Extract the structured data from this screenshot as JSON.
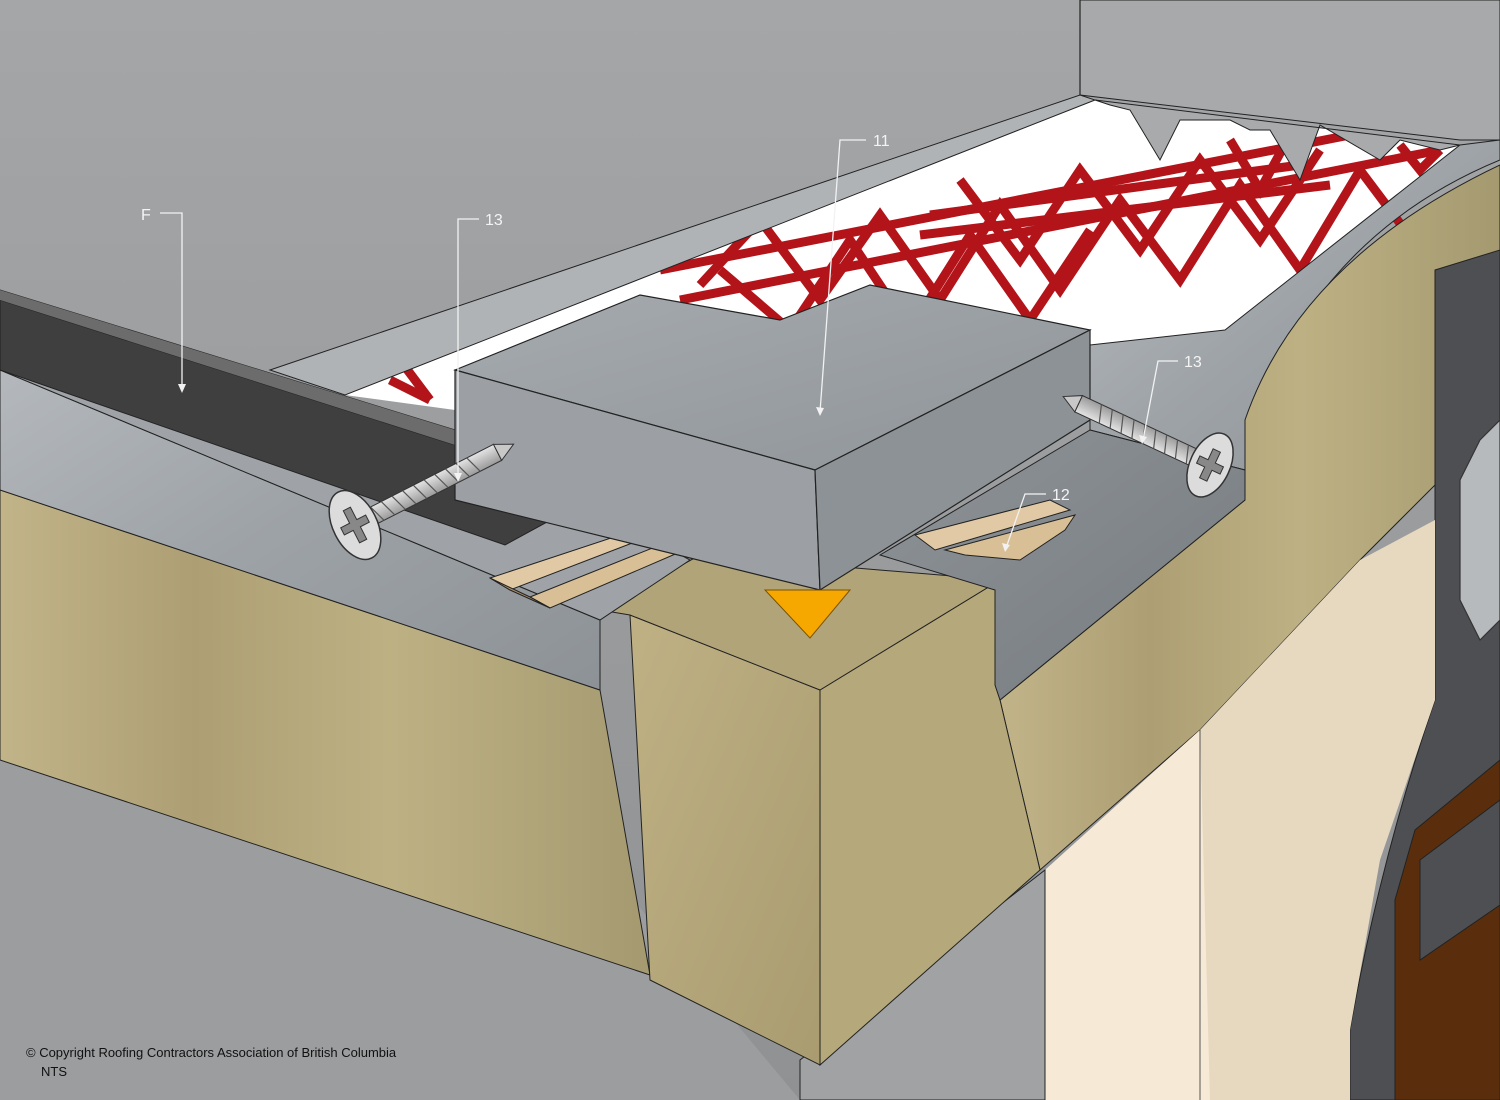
{
  "callouts": [
    {
      "id": "F",
      "label": "F"
    },
    {
      "id": "13a",
      "label": "13"
    },
    {
      "id": "11",
      "label": "11"
    },
    {
      "id": "13b",
      "label": "13"
    },
    {
      "id": "12",
      "label": "12"
    }
  ],
  "footer": {
    "copyright": "© Copyright Roofing Contractors Association of British Columbia",
    "scale_note": "NTS"
  },
  "colors": {
    "sky_concrete": "#9a9c9e",
    "galvanized_metal": "#9da2a6",
    "timber": "#b2a67a",
    "truss_red": "#b3141a",
    "dark_gasket": "#3f3f3f",
    "shim_wood": "#dcc4a0",
    "pointer_orange": "#f7a800"
  },
  "icons": [
    "screw-icon",
    "down-arrow-icon"
  ]
}
